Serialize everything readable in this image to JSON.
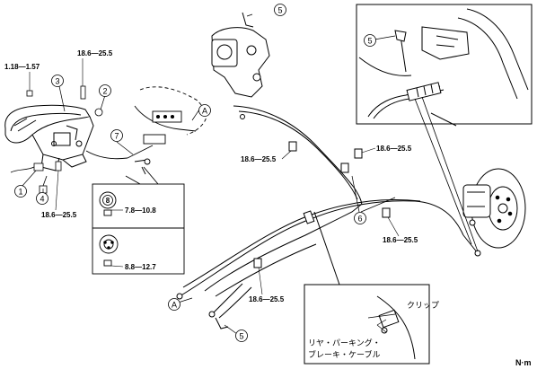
{
  "torque_values": {
    "t_1": "1.18—1.57",
    "t_2": "18.6—25.5",
    "t_3": "18.6—25.5",
    "t_4": "18.6—25.5",
    "t_5": "18.6—25.5",
    "t_6": "18.6—25.5",
    "t_7": "18.6—25.5",
    "t_8": "7.8—10.8",
    "t_9": "8.8—12.7"
  },
  "callouts": {
    "c1": "1",
    "c2": "2",
    "c3": "3",
    "c4": "4",
    "c5a": "5",
    "c5b": "5",
    "c5c": "5",
    "c6": "6",
    "c7": "7",
    "cA1": "A",
    "cA2": "A",
    "nut": "8"
  },
  "detail_labels": {
    "clip": "クリップ",
    "cable_line1": "リヤ・パーキング・",
    "cable_line2": "ブレーキ・ケーブル"
  },
  "unit": "N·m"
}
